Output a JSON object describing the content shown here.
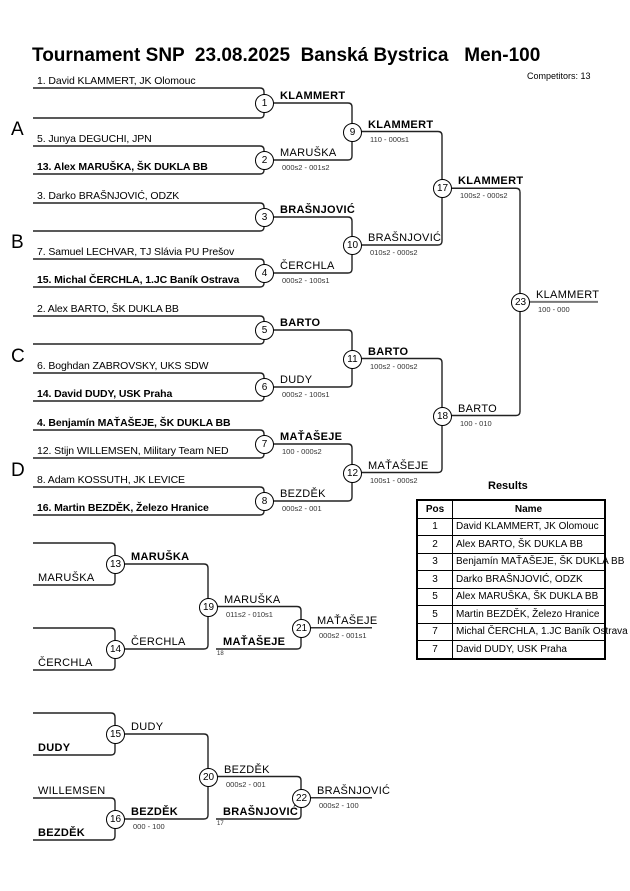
{
  "title": "Tournament SNP  23.08.2025  Banská Bystrica   Men-100",
  "competitors": "Competitors: 13",
  "pools": [
    "A",
    "B",
    "C",
    "D"
  ],
  "entries": [
    {
      "text": "1. David KLAMMERT, JK Olomouc",
      "bold": false
    },
    {
      "text": "",
      "bold": false
    },
    {
      "text": "5. Junya DEGUCHI, JPN",
      "bold": false
    },
    {
      "text": "13. Alex MARUŠKA, ŠK DUKLA BB",
      "bold": true
    },
    {
      "text": "3. Darko BRAŠNJOVIĆ, ODZK",
      "bold": false
    },
    {
      "text": "",
      "bold": false
    },
    {
      "text": "7. Samuel LECHVAR, TJ Slávia PU Prešov",
      "bold": false
    },
    {
      "text": "15. Michal ČERCHLA, 1.JC Baník Ostrava",
      "bold": true
    },
    {
      "text": "2. Alex BARTO, ŠK DUKLA BB",
      "bold": false
    },
    {
      "text": "",
      "bold": false
    },
    {
      "text": "6. Boghdan ZABROVSKY, UKS SDW",
      "bold": false
    },
    {
      "text": "14. David DUDY, USK Praha",
      "bold": true
    },
    {
      "text": "4. Benjamín MAŤAŠEJE, ŠK DUKLA BB",
      "bold": true
    },
    {
      "text": "12. Stijn WILLEMSEN, Military Team NED",
      "bold": false
    },
    {
      "text": "8. Adam KOSSUTH, JK LEVICE",
      "bold": false
    },
    {
      "text": "16. Martin BEZDĚK, Železo Hranice",
      "bold": true
    }
  ],
  "matches": [
    {
      "no": "1",
      "winner": "KLAMMERT",
      "bold": true,
      "score": ""
    },
    {
      "no": "2",
      "winner": "MARUŠKA",
      "bold": false,
      "score": "000s2 - 001s2"
    },
    {
      "no": "3",
      "winner": "BRAŠNJOVIĆ",
      "bold": true,
      "score": ""
    },
    {
      "no": "4",
      "winner": "ČERCHLA",
      "bold": false,
      "score": "000s2 - 100s1"
    },
    {
      "no": "5",
      "winner": "BARTO",
      "bold": true,
      "score": ""
    },
    {
      "no": "6",
      "winner": "DUDY",
      "bold": false,
      "score": "000s2 - 100s1"
    },
    {
      "no": "7",
      "winner": "MAŤAŠEJE",
      "bold": true,
      "score": "100 - 000s2"
    },
    {
      "no": "8",
      "winner": "BEZDĚK",
      "bold": false,
      "score": "000s2 - 001"
    },
    {
      "no": "9",
      "winner": "KLAMMERT",
      "bold": true,
      "score": "110 - 000s1"
    },
    {
      "no": "10",
      "winner": "BRAŠNJOVIĆ",
      "bold": false,
      "score": "010s2 - 000s2"
    },
    {
      "no": "11",
      "winner": "BARTO",
      "bold": true,
      "score": "100s2 - 000s2"
    },
    {
      "no": "12",
      "winner": "MAŤAŠEJE",
      "bold": false,
      "score": "100s1 - 000s2"
    },
    {
      "no": "17",
      "winner": "KLAMMERT",
      "bold": true,
      "score": "100s2 - 000s2"
    },
    {
      "no": "18",
      "winner": "BARTO",
      "bold": false,
      "score": "100 - 010"
    },
    {
      "no": "23",
      "winner": "KLAMMERT",
      "bold": false,
      "score": "100 - 000"
    }
  ],
  "repechage": {
    "entries": [
      {
        "text": "",
        "bold": false
      },
      {
        "text": "MARUŠKA",
        "bold": false
      },
      {
        "text": "",
        "bold": false
      },
      {
        "text": "ČERCHLA",
        "bold": false
      },
      {
        "text": "",
        "bold": false
      },
      {
        "text": "DUDY",
        "bold": true
      },
      {
        "text": "WILLEMSEN",
        "bold": false
      },
      {
        "text": "BEZDĚK",
        "bold": true
      }
    ],
    "matches": [
      {
        "no": "13",
        "winner": "MARUŠKA",
        "bold": true,
        "score": ""
      },
      {
        "no": "14",
        "winner": "ČERCHLA",
        "bold": false,
        "score": ""
      },
      {
        "no": "19",
        "winner": "MARUŠKA",
        "bold": false,
        "score": "011s2 - 010s1"
      },
      {
        "no": "21",
        "winner": "MAŤAŠEJE",
        "bold": false,
        "score": "000s2 - 001s1"
      },
      {
        "no": "15",
        "winner": "DUDY",
        "bold": false,
        "score": ""
      },
      {
        "no": "16",
        "winner": "BEZDĚK",
        "bold": true,
        "score": "000 - 100"
      },
      {
        "no": "20",
        "winner": "BEZDĚK",
        "bold": false,
        "score": "000s2 - 001"
      },
      {
        "no": "22",
        "winner": "BRAŠNJOVIĆ",
        "bold": false,
        "score": "000s2 - 100"
      }
    ],
    "bronze_inputs": [
      {
        "name": "MAŤAŠEJE",
        "from": "18"
      },
      {
        "name": "BRAŠNJOVIĆ",
        "from": "17"
      }
    ]
  },
  "results": {
    "title": "Results",
    "headers": [
      "Pos",
      "Name"
    ],
    "rows": [
      {
        "pos": "1",
        "name": "David KLAMMERT, JK Olomouc"
      },
      {
        "pos": "2",
        "name": "Alex BARTO, ŠK DUKLA BB"
      },
      {
        "pos": "3",
        "name": "Benjamín MAŤAŠEJE, ŠK DUKLA BB"
      },
      {
        "pos": "3",
        "name": "Darko BRAŠNJOVIĆ, ODZK"
      },
      {
        "pos": "5",
        "name": "Alex MARUŠKA, ŠK DUKLA BB"
      },
      {
        "pos": "5",
        "name": "Martin BEZDĚK, Železo Hranice"
      },
      {
        "pos": "7",
        "name": "Michal ČERCHLA, 1.JC Baník Ostrava"
      },
      {
        "pos": "7",
        "name": "David DUDY, USK Praha"
      }
    ]
  }
}
